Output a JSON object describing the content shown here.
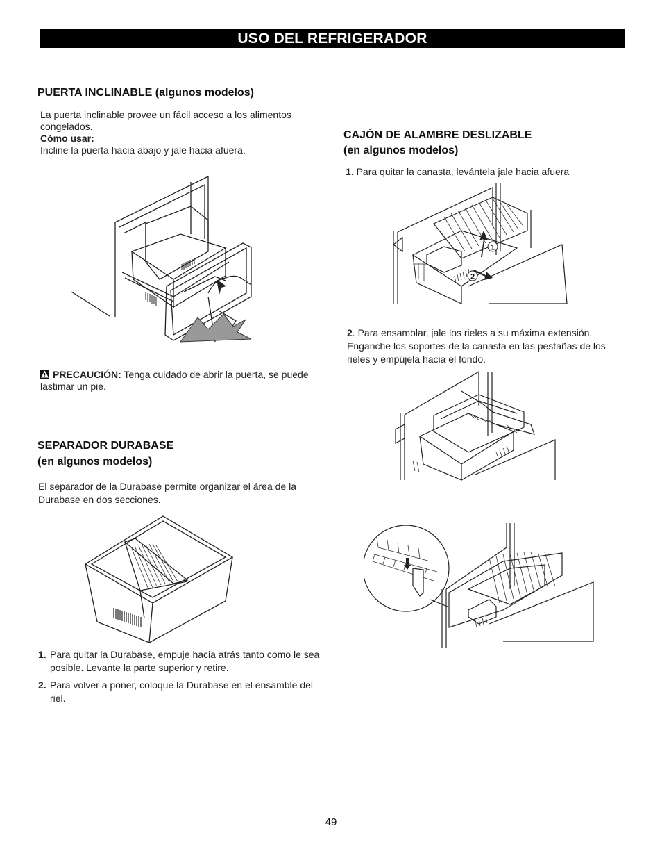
{
  "header": {
    "title": "USO DEL REFRIGERADOR"
  },
  "left": {
    "door": {
      "heading": "PUERTA INCLINABLE (algunos modelos)",
      "intro": "La puerta inclinable provee un fácil acceso a los alimentos congelados.",
      "how_label": "Cómo usar:",
      "how_text": "Incline la puerta hacia abajo y jale hacia afuera.",
      "caution_label": "PRECAUCIÓN:",
      "caution_text": "Tenga cuidado de abrir la puerta, se puede lastimar un pie."
    },
    "durabase": {
      "heading_line1": "SEPARADOR DURABASE",
      "heading_line2": "(en algunos modelos)",
      "intro": "El separador de la Durabase permite organizar el área de la Durabase en dos secciones.",
      "steps": [
        {
          "num": "1.",
          "text": "Para quitar la Durabase, empuje hacia atrás tanto como le sea posible. Levante la parte superior y retire."
        },
        {
          "num": "2.",
          "text": "Para volver a poner, coloque la Durabase en el ensamble del riel."
        }
      ]
    }
  },
  "right": {
    "wire_drawer": {
      "heading_line1": "CAJÓN DE ALAMBRE DESLIZABLE",
      "heading_line2": "(en algunos modelos)",
      "step1_num": "1",
      "step1_text": ". Para quitar la canasta, levántela jale hacia afuera",
      "step2_num": "2",
      "step2_text": ". Para ensamblar, jale los rieles a su máxima extensión. Enganche los soportes de la canasta en las pestañas de los rieles y empújela hacia el fondo.",
      "callouts": [
        "1",
        "2"
      ]
    }
  },
  "footer": {
    "page_number": "49"
  }
}
